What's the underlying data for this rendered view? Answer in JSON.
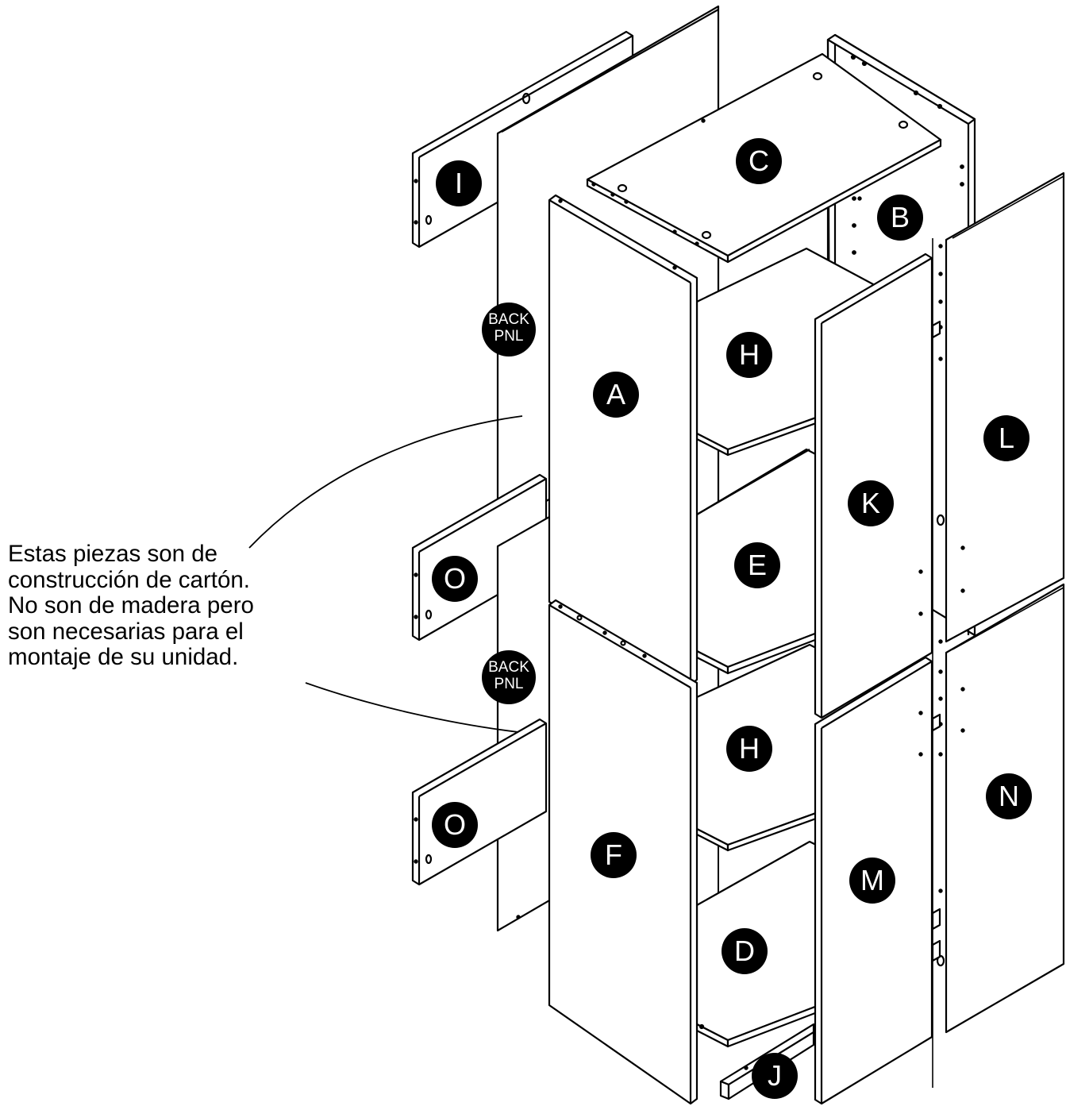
{
  "diagram": {
    "colors": {
      "line": "#000000",
      "panel": "#ffffff",
      "label_bg": "#000000",
      "label_text": "#ffffff"
    },
    "labels": {
      "I": "I",
      "C": "C",
      "B": "B",
      "back1_line1": "BACK",
      "back1_line2": "PNL",
      "H1": "H",
      "A": "A",
      "L": "L",
      "K": "K",
      "E": "E",
      "O1": "O",
      "back2_line1": "BACK",
      "back2_line2": "PNL",
      "H2": "H",
      "N": "N",
      "F": "F",
      "O2": "O",
      "M": "M",
      "D": "D",
      "J": "J"
    },
    "note": [
      "Estas piezas son de",
      "construcción de cartón.",
      "No son de madera pero",
      "son necesarias para el",
      "montaje de su unidad."
    ]
  }
}
